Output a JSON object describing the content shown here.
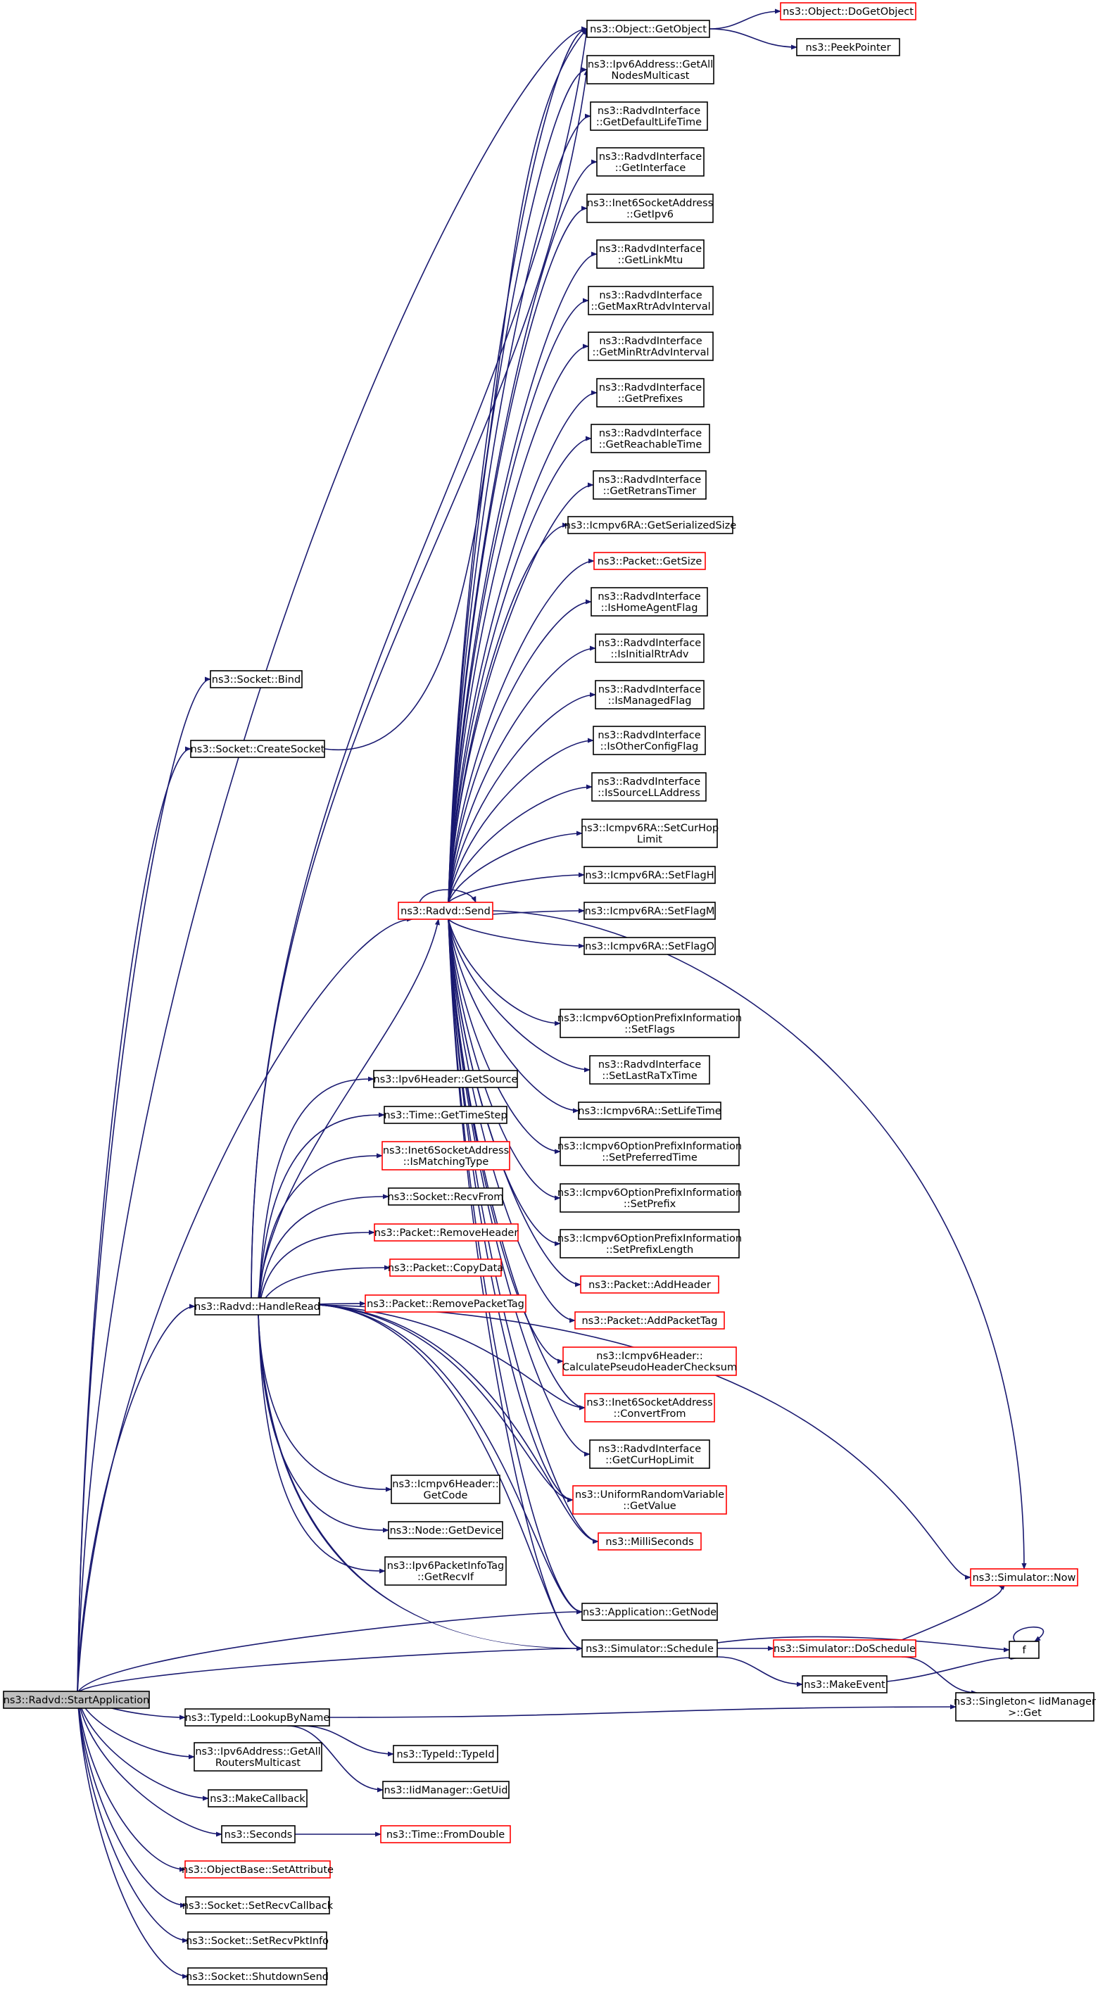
{
  "colors": {
    "edge": "#191970",
    "node_border": "#000000",
    "node_border_truncated": "#ff0000",
    "node_fill": "#ffffff",
    "root_fill": "#bfbfbf",
    "text": "#000000"
  },
  "nodes": {
    "startapp": [
      "ns3::Radvd::StartApplication"
    ],
    "bind": [
      "ns3::Socket::Bind"
    ],
    "createsocket": [
      "ns3::Socket::CreateSocket"
    ],
    "handleread": [
      "ns3::Radvd::HandleRead"
    ],
    "lookup": [
      "ns3::TypeId::LookupByName"
    ],
    "allrouters": [
      "ns3::Ipv6Address::GetAll",
      "RoutersMulticast"
    ],
    "makecallback": [
      "ns3::MakeCallback"
    ],
    "seconds": [
      "ns3::Seconds"
    ],
    "setattribute": [
      "ns3::ObjectBase::SetAttribute"
    ],
    "setrecvcallback": [
      "ns3::Socket::SetRecvCallback"
    ],
    "setrecvpktinfo": [
      "ns3::Socket::SetRecvPktInfo"
    ],
    "shutdownsend": [
      "ns3::Socket::ShutdownSend"
    ],
    "send": [
      "ns3::Radvd::Send"
    ],
    "getsource": [
      "ns3::Ipv6Header::GetSource"
    ],
    "gettimestep": [
      "ns3::Time::GetTimeStep"
    ],
    "ismatchingtype": [
      "ns3::Inet6SocketAddress",
      "::IsMatchingType"
    ],
    "recvfrom": [
      "ns3::Socket::RecvFrom"
    ],
    "removeheader": [
      "ns3::Packet::RemoveHeader"
    ],
    "copydata": [
      "ns3::Packet::CopyData"
    ],
    "removepackettag": [
      "ns3::Packet::RemovePacketTag"
    ],
    "getcode": [
      "ns3::Icmpv6Header::",
      "GetCode"
    ],
    "getdevice": [
      "ns3::Node::GetDevice"
    ],
    "getrecvif": [
      "ns3::Ipv6PacketInfoTag",
      "::GetRecvIf"
    ],
    "typeid": [
      "ns3::TypeId::TypeId"
    ],
    "getuid": [
      "ns3::IidManager::GetUid"
    ],
    "fromdouble": [
      "ns3::Time::FromDouble"
    ],
    "getobject": [
      "ns3::Object::GetObject"
    ],
    "dogetobject": [
      "ns3::Object::DoGetObject"
    ],
    "peekpointer": [
      "ns3::PeekPointer"
    ],
    "allnodes": [
      "ns3::Ipv6Address::GetAll",
      "NodesMulticast"
    ],
    "getdefaultlifetime": [
      "ns3::RadvdInterface",
      "::GetDefaultLifeTime"
    ],
    "getinterface": [
      "ns3::RadvdInterface",
      "::GetInterface"
    ],
    "getipv6": [
      "ns3::Inet6SocketAddress",
      "::GetIpv6"
    ],
    "getlinkmtu": [
      "ns3::RadvdInterface",
      "::GetLinkMtu"
    ],
    "getmaxrtr": [
      "ns3::RadvdInterface",
      "::GetMaxRtrAdvInterval"
    ],
    "getminrtr": [
      "ns3::RadvdInterface",
      "::GetMinRtrAdvInterval"
    ],
    "getprefixes": [
      "ns3::RadvdInterface",
      "::GetPrefixes"
    ],
    "getreachable": [
      "ns3::RadvdInterface",
      "::GetReachableTime"
    ],
    "getretrans": [
      "ns3::RadvdInterface",
      "::GetRetransTimer"
    ],
    "getserialized": [
      "ns3::Icmpv6RA::GetSerializedSize"
    ],
    "getsize": [
      "ns3::Packet::GetSize"
    ],
    "ishomeagent": [
      "ns3::RadvdInterface",
      "::IsHomeAgentFlag"
    ],
    "isinitial": [
      "ns3::RadvdInterface",
      "::IsInitialRtrAdv"
    ],
    "ismanaged": [
      "ns3::RadvdInterface",
      "::IsManagedFlag"
    ],
    "isother": [
      "ns3::RadvdInterface",
      "::IsOtherConfigFlag"
    ],
    "issourcell": [
      "ns3::RadvdInterface",
      "::IsSourceLLAddress"
    ],
    "setcurhop": [
      "ns3::Icmpv6RA::SetCurHop",
      "Limit"
    ],
    "setflagh": [
      "ns3::Icmpv6RA::SetFlagH"
    ],
    "setflagm": [
      "ns3::Icmpv6RA::SetFlagM"
    ],
    "setflago": [
      "ns3::Icmpv6RA::SetFlagO"
    ],
    "setflags": [
      "ns3::Icmpv6OptionPrefixInformation",
      "::SetFlags"
    ],
    "setlastra": [
      "ns3::RadvdInterface",
      "::SetLastRaTxTime"
    ],
    "setlifetime": [
      "ns3::Icmpv6RA::SetLifeTime"
    ],
    "setpreferred": [
      "ns3::Icmpv6OptionPrefixInformation",
      "::SetPreferredTime"
    ],
    "setprefix": [
      "ns3::Icmpv6OptionPrefixInformation",
      "::SetPrefix"
    ],
    "setprefixlen": [
      "ns3::Icmpv6OptionPrefixInformation",
      "::SetPrefixLength"
    ],
    "addheader": [
      "ns3::Packet::AddHeader"
    ],
    "addpackettag": [
      "ns3::Packet::AddPacketTag"
    ],
    "calcpseudo": [
      "ns3::Icmpv6Header::",
      "CalculatePseudoHeaderChecksum"
    ],
    "convertfrom": [
      "ns3::Inet6SocketAddress",
      "::ConvertFrom"
    ],
    "getcurhop": [
      "ns3::RadvdInterface",
      "::GetCurHopLimit"
    ],
    "getvalue": [
      "ns3::UniformRandomVariable",
      "::GetValue"
    ],
    "milliseconds": [
      "ns3::MilliSeconds"
    ],
    "getnode": [
      "ns3::Application::GetNode"
    ],
    "schedule": [
      "ns3::Simulator::Schedule"
    ],
    "now": [
      "ns3::Simulator::Now"
    ],
    "doschedule": [
      "ns3::Simulator::DoSchedule"
    ],
    "f": [
      "f"
    ],
    "makeevent": [
      "ns3::MakeEvent"
    ],
    "singletonget": [
      "ns3::Singleton< IidManager",
      " >::Get"
    ]
  }
}
